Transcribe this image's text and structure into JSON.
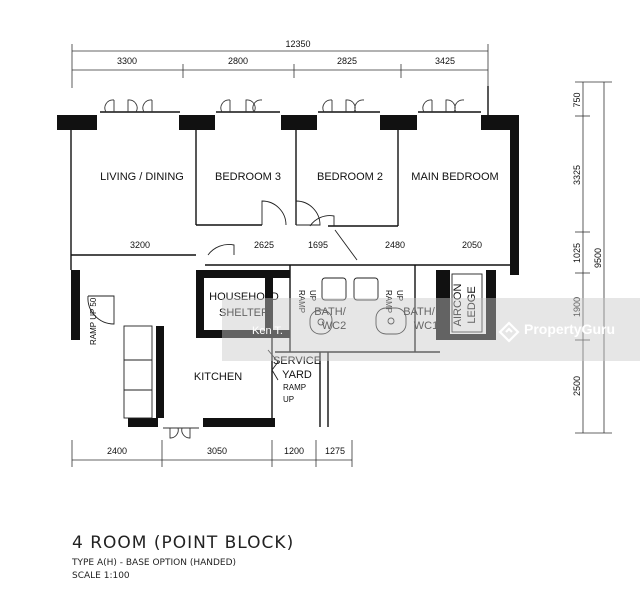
{
  "plan": {
    "overall_width": "12350",
    "top_dims": [
      "3300",
      "2800",
      "2825",
      "3425"
    ],
    "right_total": "9500",
    "right_dims": [
      "750",
      "3325",
      "1025",
      "1900",
      "2500"
    ],
    "mid_dims": [
      "3200",
      "2625",
      "1695",
      "2480",
      "2050"
    ],
    "bottom_dims": [
      "2400",
      "3050",
      "1200",
      "1275"
    ],
    "rooms": {
      "living_dining": "LIVING / DINING",
      "bedroom3": "BEDROOM 3",
      "bedroom2": "BEDROOM 2",
      "main_bedroom": "MAIN BEDROOM",
      "household_shelter_1": "HOUSEHOLD",
      "household_shelter_2": "SHELTER",
      "bath_wc2_1": "BATH/",
      "bath_wc2_2": "WC2",
      "bath_wc1_1": "BATH/",
      "bath_wc1_2": "WC1",
      "aircon_1": "AIRCON",
      "aircon_2": "LEDGE",
      "kitchen": "KITCHEN",
      "service_yard_1": "SERVICE",
      "service_yard_2": "YARD"
    },
    "annotations": {
      "ramp_up_a": "RAMP",
      "ramp_up_b": "UP",
      "ramp_up_entry": "RAMP UP 50"
    }
  },
  "caption": {
    "title": "4 ROOM (POINT BLOCK)",
    "type_line": "TYPE A(H) - BASE OPTION (HANDED)",
    "scale_line": "SCALE 1:100"
  },
  "watermark": {
    "brand": "PropertyGuru",
    "agent": "Ken T."
  }
}
